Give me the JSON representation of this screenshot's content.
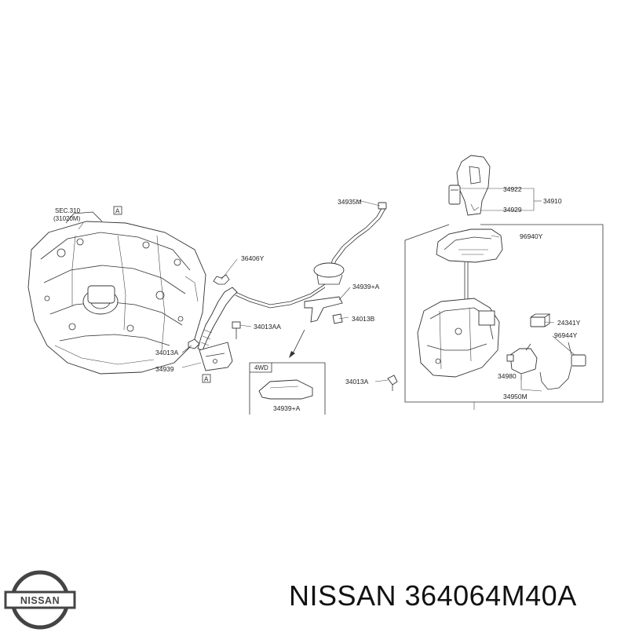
{
  "section_ref": [
    "SEC.310",
    "(31020M)"
  ],
  "marker_a": "A",
  "inset_label": "4WD",
  "callouts": {
    "c34935M": "34935M",
    "c36406Y": "36406Y",
    "c34939A_1": "34939+A",
    "c34013AA": "34013AA",
    "c34013B": "34013B",
    "c34013A_1": "34013A",
    "c34939": "34939",
    "c34939A_2": "34939+A",
    "c34922": "34922",
    "c34929": "34929",
    "c34910": "34910",
    "c96940Y": "96940Y",
    "c24341Y": "24341Y",
    "c96944Y": "96944Y",
    "c34013A_2": "34013A",
    "c34980": "34980",
    "c34950M": "34950M"
  },
  "logo_text": "NISSAN",
  "caption": "NISSAN 364064M40A",
  "colors": {
    "line": "#333333",
    "logo": "#444444"
  }
}
